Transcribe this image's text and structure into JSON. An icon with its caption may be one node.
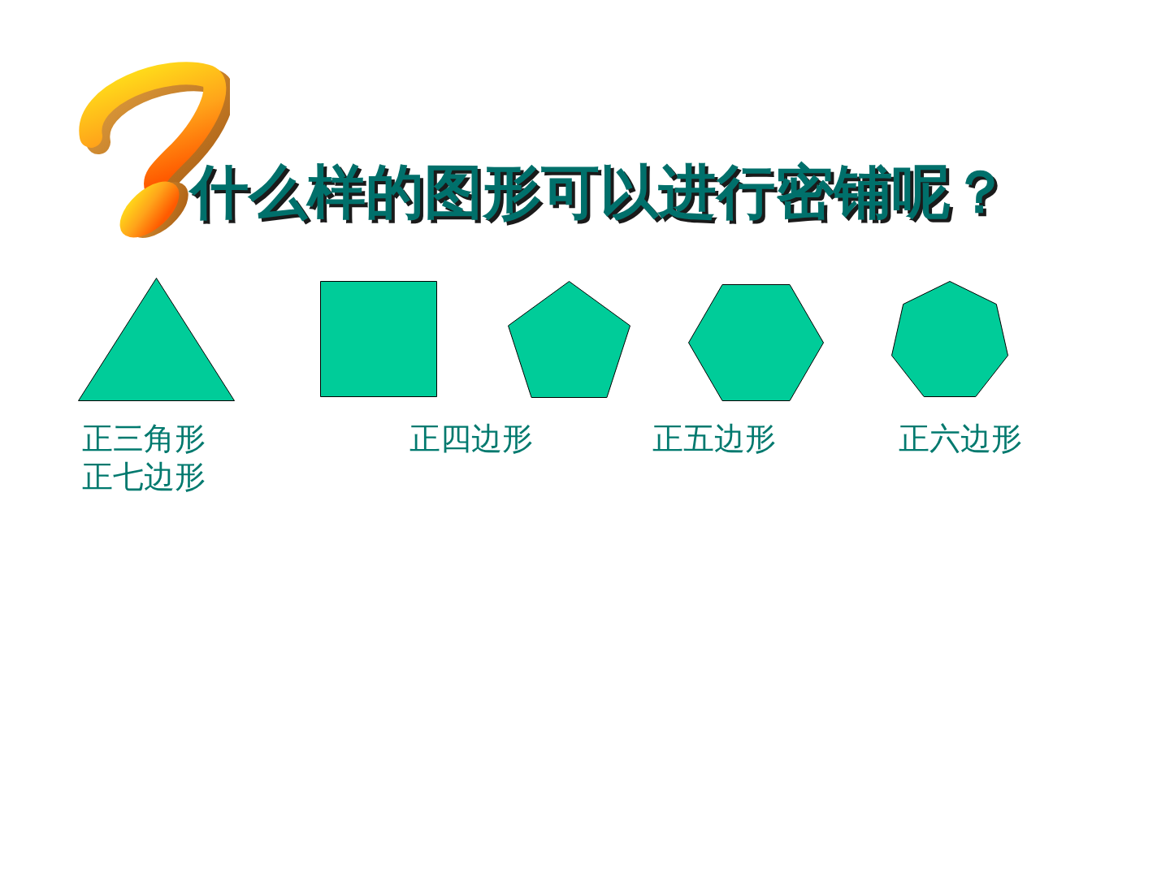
{
  "diagram": {
    "title": "什么样的图形可以进行密铺呢？",
    "nodes": [
      {
        "text": [],
        "shape": "triangle"
      },
      {
        "text": [],
        "shape": "square"
      },
      {
        "text": [],
        "shape": "pentagon"
      },
      {
        "text": [],
        "shape": "hexagon"
      },
      {
        "text": [],
        "shape": "heptagon"
      }
    ],
    "labels": [
      "正三角形",
      "正四边形",
      "正五边形",
      "正六边形",
      "正七边形"
    ]
  }
}
